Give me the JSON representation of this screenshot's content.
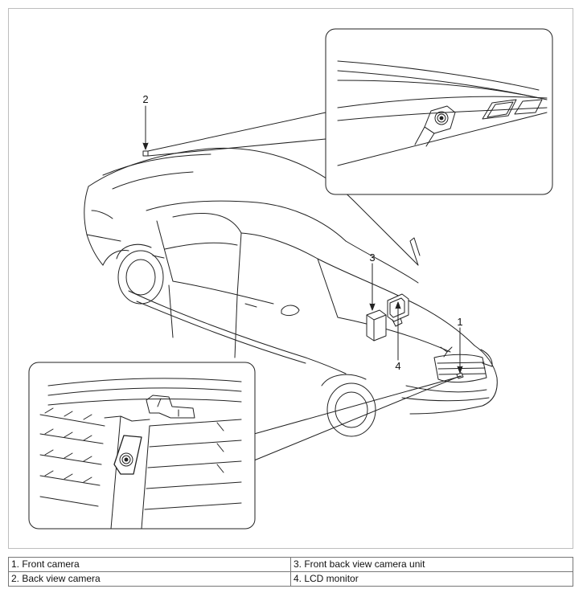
{
  "callouts": {
    "front_camera": "1",
    "back_view_camera": "2",
    "camera_unit": "3",
    "lcd_monitor": "4"
  },
  "legend": {
    "rows": [
      [
        "1. Front camera",
        "3. Front back view camera unit"
      ],
      [
        "2. Back view camera",
        "4. LCD monitor"
      ]
    ]
  },
  "colors": {
    "line": "#222222",
    "frame": "#bdbdbd",
    "table_border": "#777777"
  },
  "icons": [
    "camera-lens-icon"
  ]
}
